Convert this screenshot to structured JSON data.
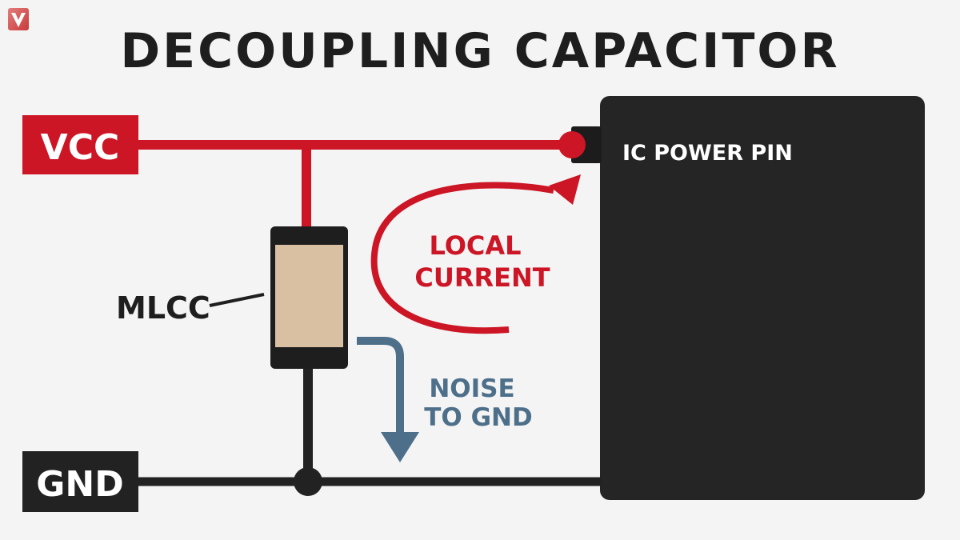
{
  "title": "DECOUPLING CAPACITOR",
  "rails": {
    "vcc_label": "VCC",
    "gnd_label": "GND"
  },
  "ic": {
    "pin_label": "IC POWER PIN"
  },
  "component": {
    "label": "MLCC"
  },
  "annotations": {
    "local_current_line1": "LOCAL",
    "local_current_line2": "CURRENT",
    "noise_line1": "NOISE",
    "noise_line2": "TO GND"
  },
  "logo": {
    "icon": "v-logo-icon"
  },
  "colors": {
    "vcc_red": "#cc1525",
    "gnd_dark": "#222222",
    "noise_blue": "#4d6f8a",
    "capacitor_body": "#d9c0a2",
    "ic_body": "#252525",
    "background": "#f4f4f4"
  }
}
